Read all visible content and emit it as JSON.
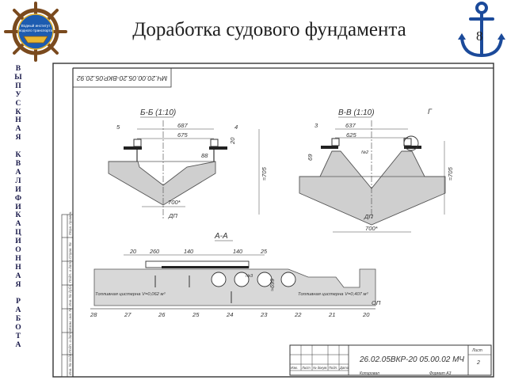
{
  "slide": {
    "title": "Доработка судового фундамента",
    "page_number": "8",
    "logo_text": [
      "Водный институт",
      "водного транспорта"
    ],
    "side_letters": [
      "В",
      "Ы",
      "П",
      "У",
      "С",
      "К",
      "Н",
      "А",
      "Я",
      " ",
      "К",
      "В",
      "А",
      "Л",
      "И",
      "Ф",
      "И",
      "К",
      "А",
      "Ц",
      "И",
      "О",
      "Н",
      "Н",
      "А",
      "Я",
      " ",
      "Р",
      "А",
      "Б",
      "О",
      "Т",
      "А"
    ]
  },
  "drawing": {
    "corner_code": "МЧ.20.00.05.20-ВКР.05.20.92",
    "section_bb": {
      "label": "Б-Б (1:10)",
      "dims": [
        "687",
        "675",
        "88",
        "20",
        "700*",
        "≈705"
      ],
      "callouts": [
        "5",
        "4"
      ],
      "centerline": "ДП"
    },
    "section_vv": {
      "label": "В-В (1:10)",
      "dims": [
        "637",
        "625",
        "69",
        "700*",
        "≈705"
      ],
      "callouts": [
        "3",
        "Г",
        "№2"
      ],
      "centerline": "ДП"
    },
    "section_aa": {
      "label": "А-А",
      "dims": [
        "20",
        "260",
        "140",
        "140",
        "25",
        "≈699",
        "№3"
      ],
      "tank_left": "Топливная цистерна V=0,062 м³",
      "tank_right": "Топливная цистерна V=0,407 м³",
      "frames": [
        "28",
        "27",
        "26",
        "25",
        "24",
        "23",
        "22",
        "21",
        "20"
      ],
      "base_label": "ОП"
    },
    "title_block": {
      "code": "26.02.05ВКР-20 05.00.02 МЧ",
      "sheet_label": "Лист",
      "sheet_number": "2",
      "columns": [
        "Изм.",
        "Лист",
        "№ докум.",
        "Подп.",
        "Дата"
      ],
      "copied": "Копировал",
      "format": "Формат А3"
    },
    "left_strip": [
      "Перв. примен.",
      "Справ. №",
      "Подп. и дата",
      "Инв. № дубл.",
      "Взам. инв. №",
      "Подп. и дата",
      "Инв. № подл."
    ]
  }
}
